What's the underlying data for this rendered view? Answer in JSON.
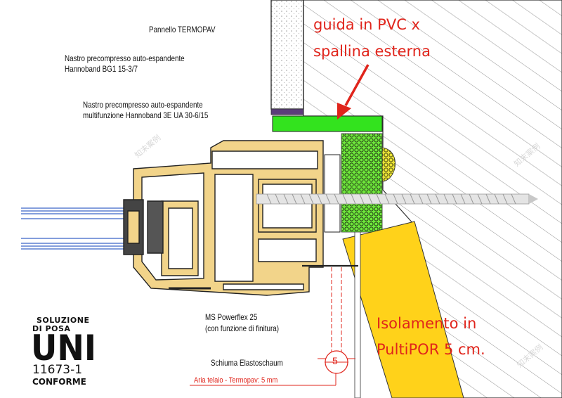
{
  "labels": {
    "panel": "Pannello TERMOPAV",
    "tape1_l1": "Nastro precompresso auto-espandente",
    "tape1_l2": "Hannoband BG1 15-3/7",
    "tape2_l1": "Nastro precompresso auto-espandente",
    "tape2_l2": "multifunzione Hannoband 3E UA 30-6/15",
    "powerflex_l1": "MS Powerflex 25",
    "powerflex_l2": "(con funzione di finitura)",
    "foam": "Schiuma Elastoschaum",
    "gap": "Aria telaio - Termopav: 5 mm",
    "dimension": "5"
  },
  "callouts": {
    "guide_l1": "guida in PVC x",
    "guide_l2": "spallina esterna",
    "insulation_l1": "Isolamento in",
    "insulation_l2": "PultiPOR  5 cm."
  },
  "badge": {
    "line1": "SOLUZIONE",
    "line2": "DI POSA",
    "big": "UNI",
    "number": "11673-1",
    "line3": "CONFORME"
  },
  "watermark": "知末案例",
  "colors": {
    "frame": "#f2d48a",
    "frame_stroke": "#222222",
    "pvc_guide": "#33e31e",
    "insulation": "#ffd21a",
    "tape_green": "#6ee83a",
    "callout_red": "#e0241b",
    "glass_line": "#3a63c8"
  }
}
